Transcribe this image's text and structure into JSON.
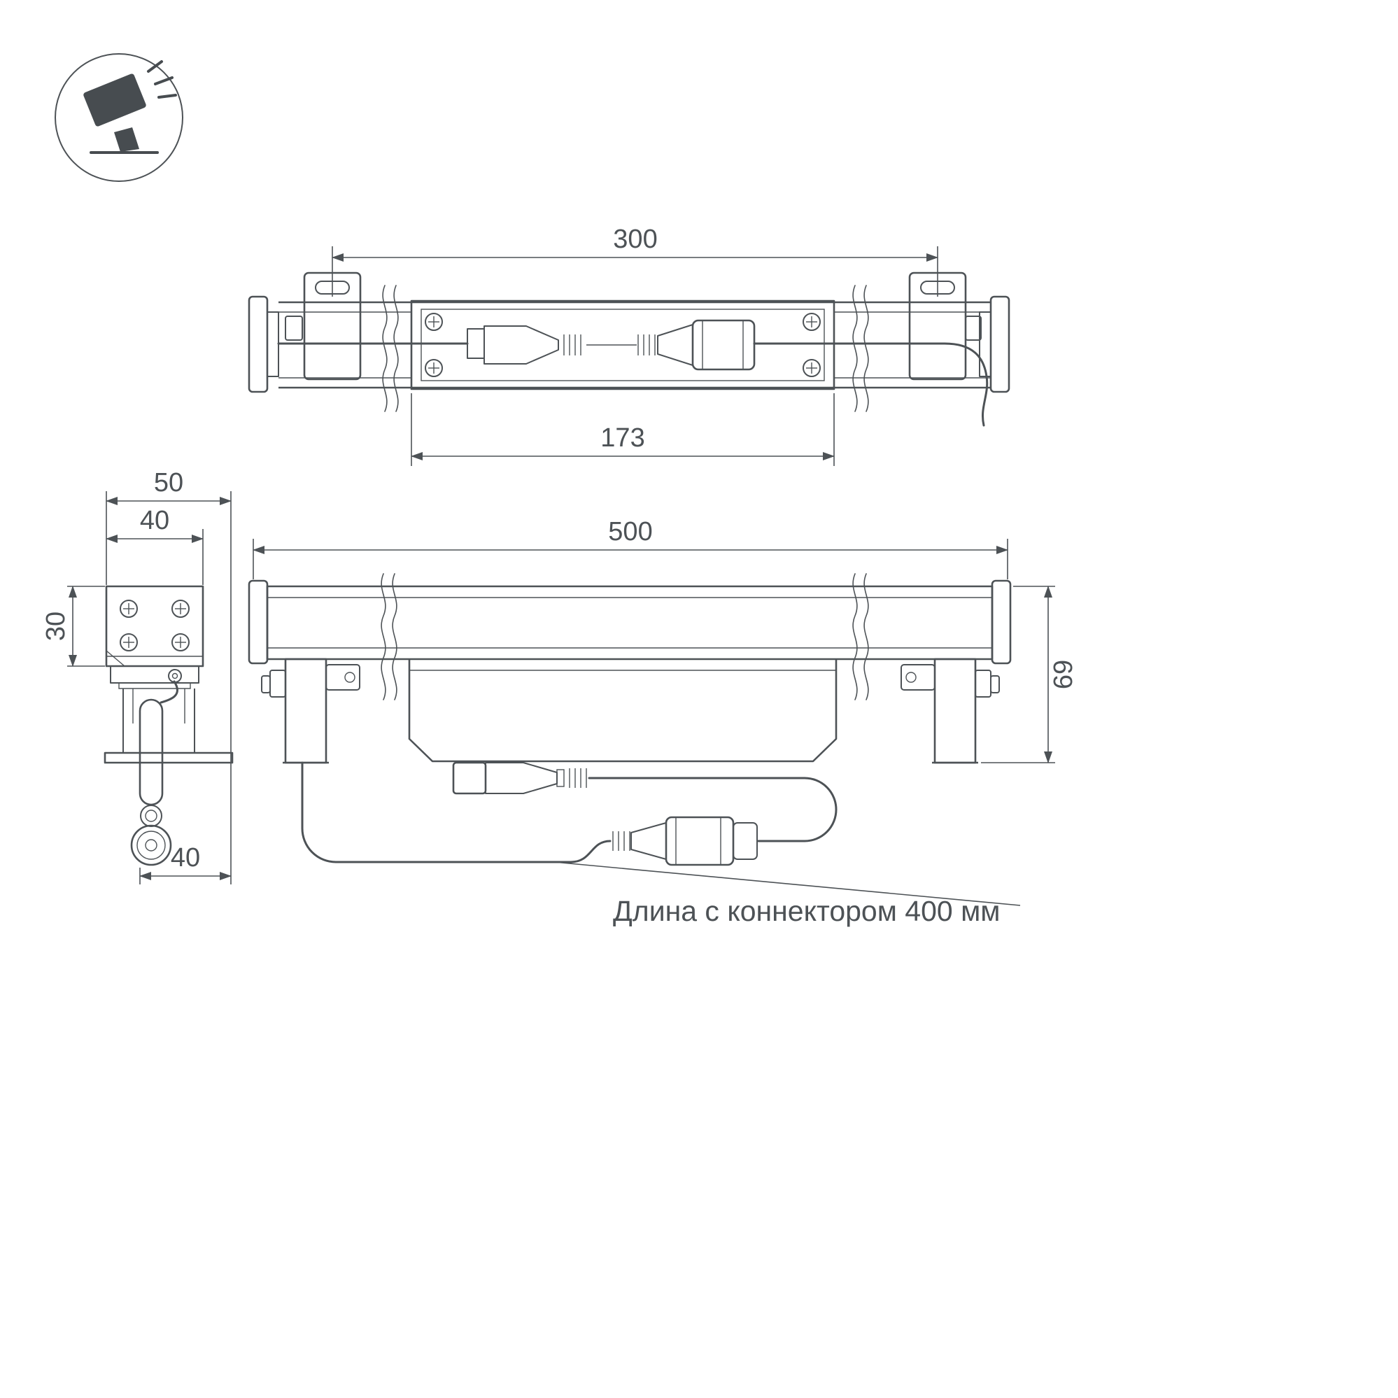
{
  "meta": {
    "background": "#ffffff",
    "line_color": "#4d5256",
    "drawing_type": "technical dimension drawing of linear LED floodlight"
  },
  "icon": {
    "name": "floodlight-icon"
  },
  "views": {
    "top": {
      "dim_width": "300",
      "dim_inner": "173"
    },
    "side": {
      "dim_width_outer": "50",
      "dim_width_body": "40",
      "dim_height_body": "30",
      "dim_bottom": "40"
    },
    "front": {
      "dim_length": "500",
      "dim_height": "69"
    }
  },
  "annotation": {
    "cable_note": "Длина с коннектором 400 мм"
  }
}
